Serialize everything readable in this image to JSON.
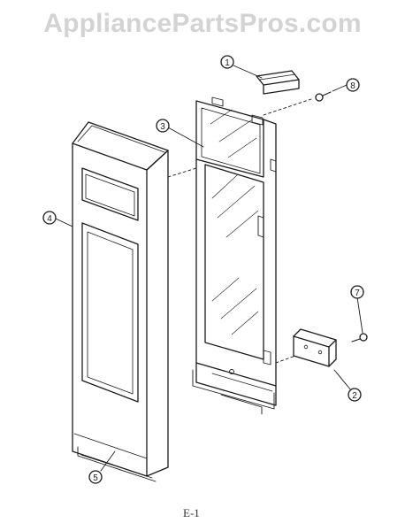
{
  "watermark": "AppliancePartsPros.com",
  "page_label": "E-1",
  "callouts": [
    "1",
    "8",
    "3",
    "4",
    "7",
    "2",
    "5"
  ],
  "colors": {
    "line": "#1a1a1a",
    "watermark": "#d3d3d3",
    "background": "#ffffff"
  }
}
